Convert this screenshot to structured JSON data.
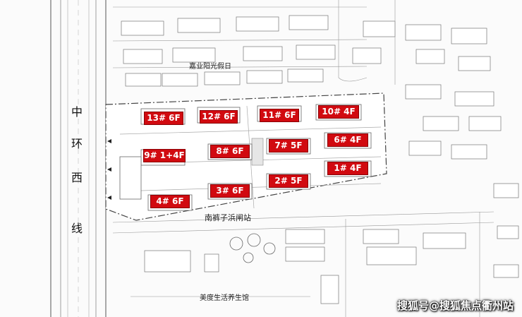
{
  "buildings": [
    {
      "id": "13",
      "label": "13# 6F"
    },
    {
      "id": "12",
      "label": "12# 6F"
    },
    {
      "id": "11",
      "label": "11# 6F"
    },
    {
      "id": "10",
      "label": "10# 4F"
    },
    {
      "id": "9",
      "label": "9# 1+4F"
    },
    {
      "id": "8",
      "label": "8# 6F"
    },
    {
      "id": "7",
      "label": "7# 5F"
    },
    {
      "id": "6",
      "label": "6# 4F"
    },
    {
      "id": "4",
      "label": "4# 6F"
    },
    {
      "id": "3",
      "label": "3# 6F"
    },
    {
      "id": "2",
      "label": "2# 5F"
    },
    {
      "id": "1",
      "label": "1# 4F"
    }
  ],
  "labels": {
    "community_north": "嘉业阳光假日",
    "station": "南裤子浜闸站",
    "facility_south": "美度生活养生馆",
    "road_chars": [
      "中",
      "环",
      "西",
      "线"
    ]
  },
  "watermark": "搜狐号@搜狐焦点衢州站",
  "colors": {
    "label_red": "#d10a10",
    "line_gray": "#8a8a8a",
    "boundary": "#5a5a5a"
  }
}
